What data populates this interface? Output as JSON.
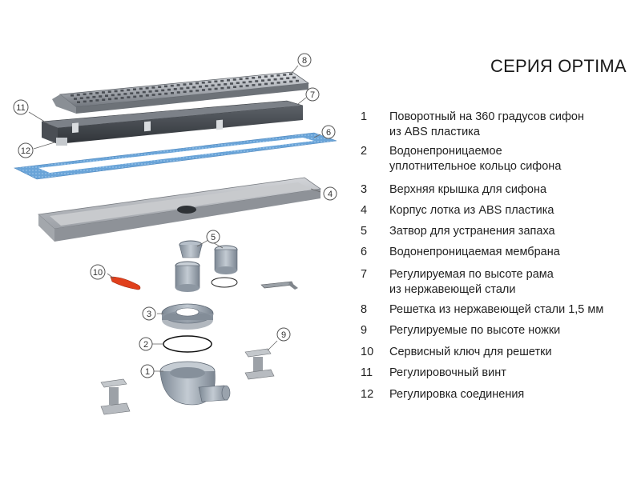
{
  "title": "СЕРИЯ OPTIMA",
  "legend": [
    {
      "num": "1",
      "lines": [
        "Поворотный на 360 градусов сифон",
        "из ABS пластика"
      ]
    },
    {
      "num": "2",
      "lines": [
        "Водонепроницаемое",
        "уплотнительное кольцо сифона"
      ]
    },
    {
      "num": "3",
      "lines": [
        "Верхняя крышка для сифона"
      ]
    },
    {
      "num": "4",
      "lines": [
        "Корпус лотка из ABS пластика"
      ]
    },
    {
      "num": "5",
      "lines": [
        "Затвор для устранения запаха"
      ]
    },
    {
      "num": "6",
      "lines": [
        "Водонепроницаемая мембрана"
      ]
    },
    {
      "num": "7",
      "lines": [
        "Регулируемая по высоте рама",
        "из нержавеющей стали"
      ]
    },
    {
      "num": "8",
      "lines": [
        "Решетка из нержавеющей стали 1,5 мм"
      ]
    },
    {
      "num": "9",
      "lines": [
        "Регулируемые по высоте ножки"
      ]
    },
    {
      "num": "10",
      "lines": [
        "Сервисный ключ для решетки"
      ]
    },
    {
      "num": "11",
      "lines": [
        "Регулировочный винт"
      ]
    },
    {
      "num": "12",
      "lines": [
        "Регулировка соединения"
      ]
    }
  ],
  "callouts": {
    "c1": "1",
    "c2": "2",
    "c3": "3",
    "c4": "4",
    "c5": "5",
    "c6": "6",
    "c7": "7",
    "c8": "8",
    "c9": "9",
    "c10": "10",
    "c11": "11",
    "c12": "12"
  },
  "colors": {
    "steel": "#a9adb3",
    "membrane": "#6aa4d8",
    "tray": "#b9bcc1",
    "siphon": "#9ea7b2",
    "key": "#e0401c"
  }
}
